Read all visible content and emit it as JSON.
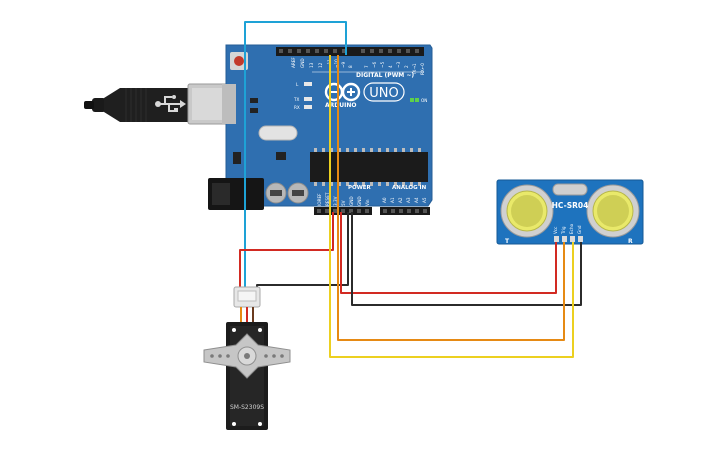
{
  "board": {
    "brand": "ARDUINO",
    "model": "UNO",
    "digital_label": "DIGITAL (PWM ~)",
    "power_label": "POWER",
    "analog_label": "ANALOG IN",
    "led_l": "L",
    "led_tx": "TX",
    "led_rx": "RX",
    "on_label": "ON",
    "digital_pins": [
      "AREF",
      "GND",
      "13",
      "12",
      "~11",
      "~10",
      "~9",
      "8",
      "7",
      "~6",
      "~5",
      "4",
      "~3",
      "2",
      "TX→1",
      "RX←0"
    ],
    "power_pins": [
      "IOREF",
      "RESET",
      "3.3V",
      "5V",
      "GND",
      "GND",
      "Vin"
    ],
    "analog_pins": [
      "A0",
      "A1",
      "A2",
      "A3",
      "A4",
      "A5"
    ]
  },
  "sensor": {
    "model": "HC-SR04",
    "left_marker": "T",
    "right_marker": "R",
    "pins": [
      "Vcc",
      "Trig",
      "Echo",
      "Gnd"
    ]
  },
  "servo": {
    "model": "SM-S2309S"
  },
  "colors": {
    "board": "#2f6fb0",
    "sensor": "#1e73be",
    "wire_red": "#d22a22",
    "wire_black": "#2b2b2b",
    "wire_orange": "#e68a14",
    "wire_yellow": "#ecd020",
    "wire_cyan": "#1ea2d6"
  }
}
